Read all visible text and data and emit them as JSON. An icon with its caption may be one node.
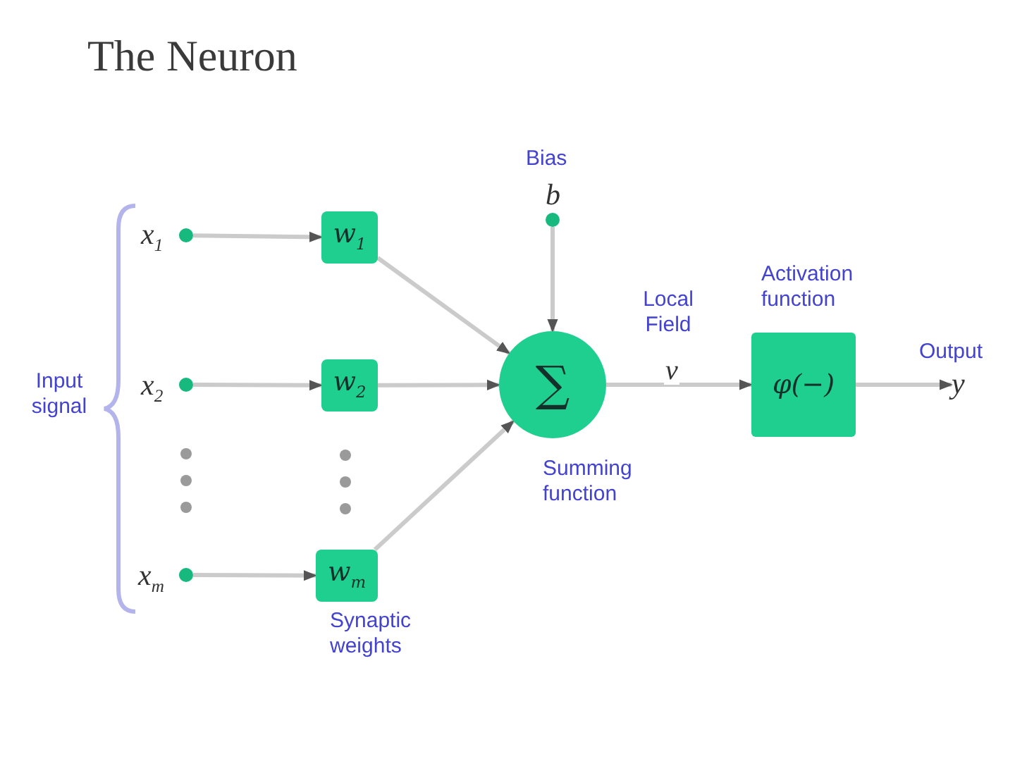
{
  "diagram": {
    "title": "The Neuron",
    "nodes": [
      {
        "text": [],
        "shape": "circle",
        "beside": [
          "x$_{1}$"
        ]
      },
      {
        "text": [],
        "shape": "circle",
        "beside": [
          "x$_{2}$"
        ]
      },
      {
        "text": [],
        "shape": "circle",
        "beside": [
          "x$_{m}$"
        ]
      },
      {
        "text": [
          "w$_{1}$"
        ]
      },
      {
        "text": [
          "w$_{2}$"
        ]
      },
      {
        "text": [
          "w$_{m}$"
        ]
      },
      {
        "text": [],
        "shape": "circle",
        "beside": [
          "Bias",
          "b"
        ]
      },
      {
        "text": [
          "∑"
        ],
        "beside": [
          "Summing function"
        ]
      },
      {
        "text": [
          "φ(−)"
        ]
      },
      {
        "text": [
          "y"
        ],
        "beside": [
          "Output"
        ]
      }
    ],
    "edges": [
      {
        "from": 0,
        "to": 3,
        "arrow": "to"
      },
      {
        "from": 1,
        "to": 4,
        "arrow": "to"
      },
      {
        "from": 2,
        "to": 5,
        "arrow": "to"
      },
      {
        "from": 3,
        "to": 7,
        "arrow": "to"
      },
      {
        "from": 4,
        "to": 7,
        "arrow": "to"
      },
      {
        "from": 5,
        "to": 7,
        "arrow": "to"
      },
      {
        "from": 6,
        "to": 7,
        "arrow": "to"
      },
      {
        "from": 7,
        "to": 8,
        "arrow": "to",
        "label": "v"
      },
      {
        "from": 8,
        "to": 9,
        "arrow": "to"
      }
    ],
    "labels": [
      "Activation function",
      "Local Field",
      "Input signal",
      "Synaptic weights"
    ]
  }
}
